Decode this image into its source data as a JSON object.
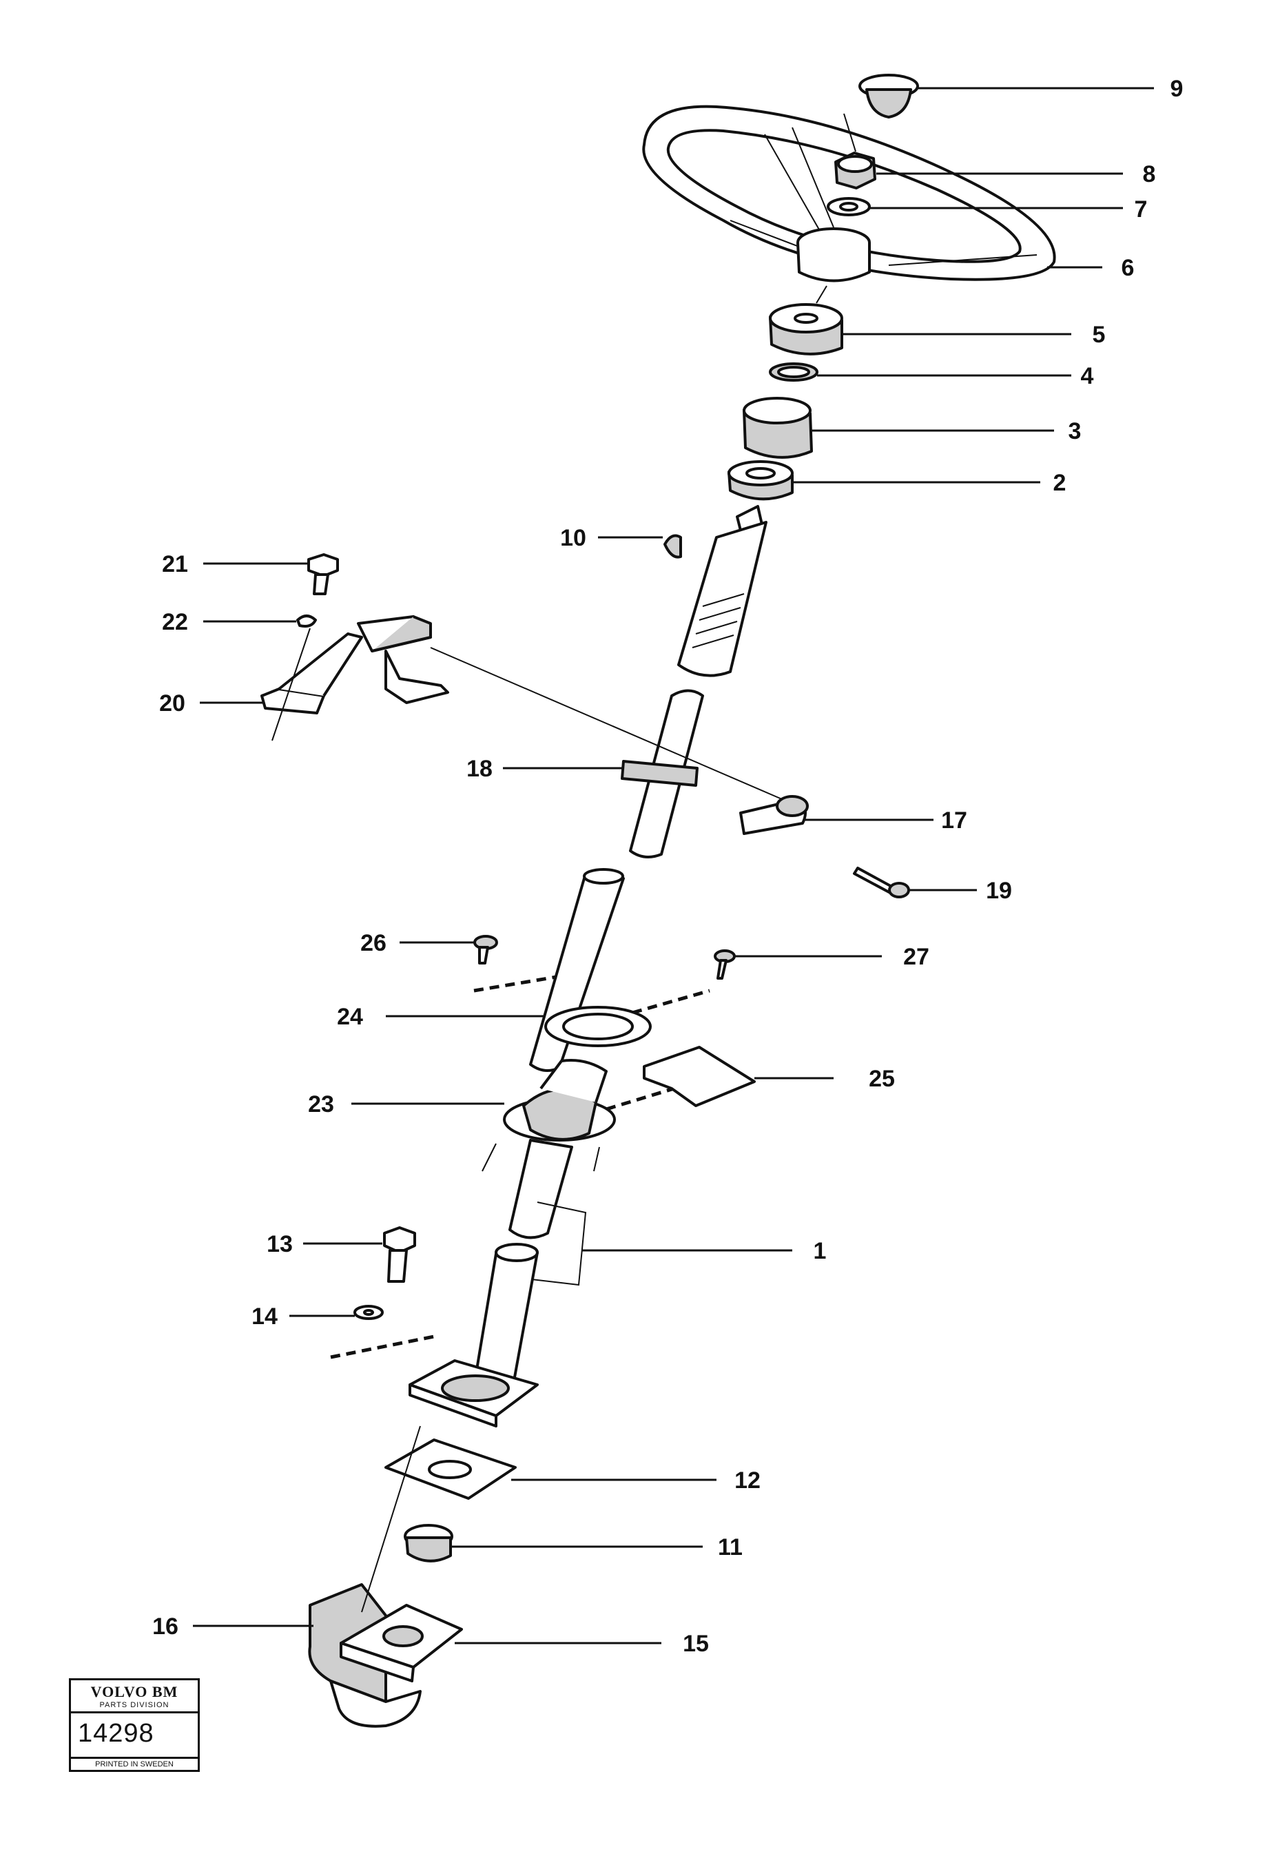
{
  "callouts": [
    {
      "id": "9",
      "label": "9"
    },
    {
      "id": "8",
      "label": "8"
    },
    {
      "id": "7",
      "label": "7"
    },
    {
      "id": "6",
      "label": "6"
    },
    {
      "id": "5",
      "label": "5"
    },
    {
      "id": "4",
      "label": "4"
    },
    {
      "id": "3",
      "label": "3"
    },
    {
      "id": "2",
      "label": "2"
    },
    {
      "id": "10",
      "label": "10"
    },
    {
      "id": "21",
      "label": "21"
    },
    {
      "id": "22",
      "label": "22"
    },
    {
      "id": "20",
      "label": "20"
    },
    {
      "id": "18",
      "label": "18"
    },
    {
      "id": "17",
      "label": "17"
    },
    {
      "id": "19",
      "label": "19"
    },
    {
      "id": "26",
      "label": "26"
    },
    {
      "id": "27",
      "label": "27"
    },
    {
      "id": "24",
      "label": "24"
    },
    {
      "id": "25",
      "label": "25"
    },
    {
      "id": "23",
      "label": "23"
    },
    {
      "id": "1",
      "label": "1"
    },
    {
      "id": "13",
      "label": "13"
    },
    {
      "id": "14",
      "label": "14"
    },
    {
      "id": "12",
      "label": "12"
    },
    {
      "id": "11",
      "label": "11"
    },
    {
      "id": "16",
      "label": "16"
    },
    {
      "id": "15",
      "label": "15"
    }
  ],
  "badge": {
    "brand": "VOLVO BM",
    "division": "PARTS DIVISION",
    "number": "14298",
    "printed": "PRINTED IN SWEDEN"
  }
}
